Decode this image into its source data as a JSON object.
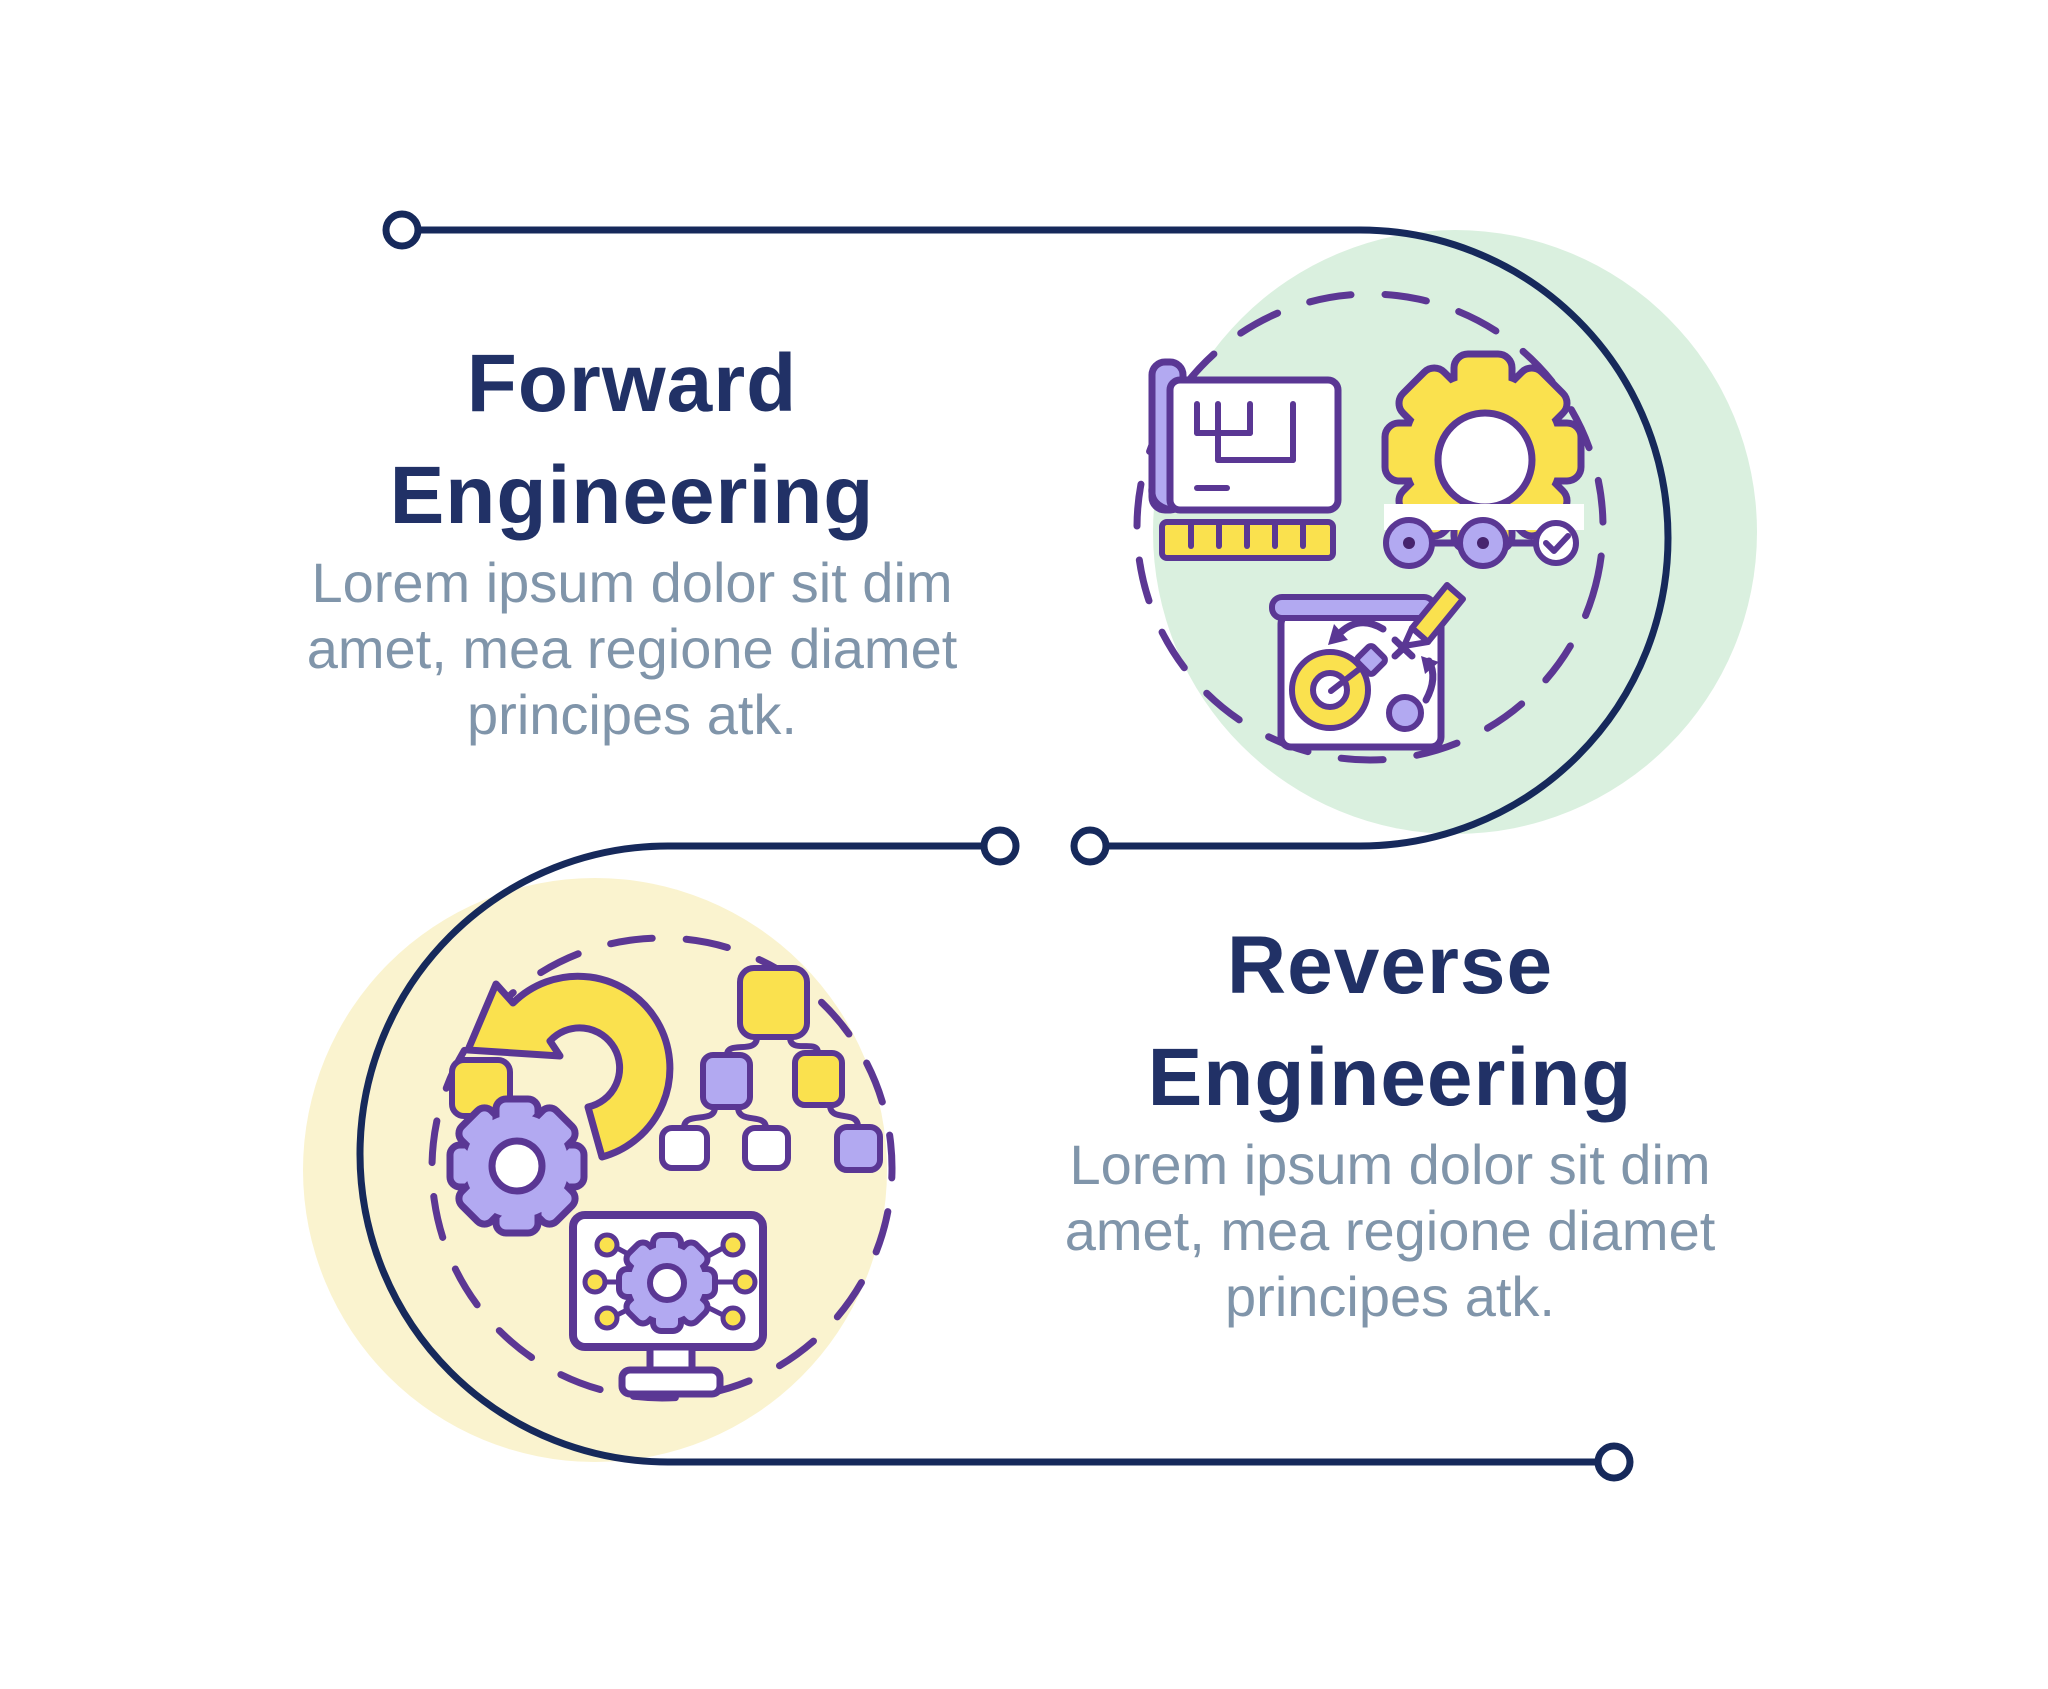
{
  "colors": {
    "navy_line": "#16295b",
    "title_text": "#213166",
    "body_text": "#8095aa",
    "purple_stroke": "#5a3794",
    "light_purple_fill": "#b2a9f1",
    "yellow_fill": "#fae14e",
    "green_circle_bg": "#daf0df",
    "cream_circle_bg": "#faf3cf",
    "white": "#ffffff"
  },
  "sections": {
    "forward": {
      "title_line1": "Forward",
      "title_line2": "Engineering",
      "body_line1": "Lorem ipsum dolor sit dim",
      "body_line2": "amet, mea regione diamet",
      "body_line3": "principes atk."
    },
    "reverse": {
      "title_line1": "Reverse",
      "title_line2": "Engineering",
      "body_line1": "Lorem ipsum dolor sit dim",
      "body_line2": "amet, mea regione diamet",
      "body_line3": "principes atk."
    }
  },
  "icons": {
    "forward_cluster": [
      "blueprint-icon",
      "gear-icon",
      "process-steps-icon",
      "strategy-board-icon"
    ],
    "reverse_cluster": [
      "undo-arrow-icon",
      "gear-icon",
      "flowchart-icon",
      "automation-monitor-icon"
    ]
  }
}
